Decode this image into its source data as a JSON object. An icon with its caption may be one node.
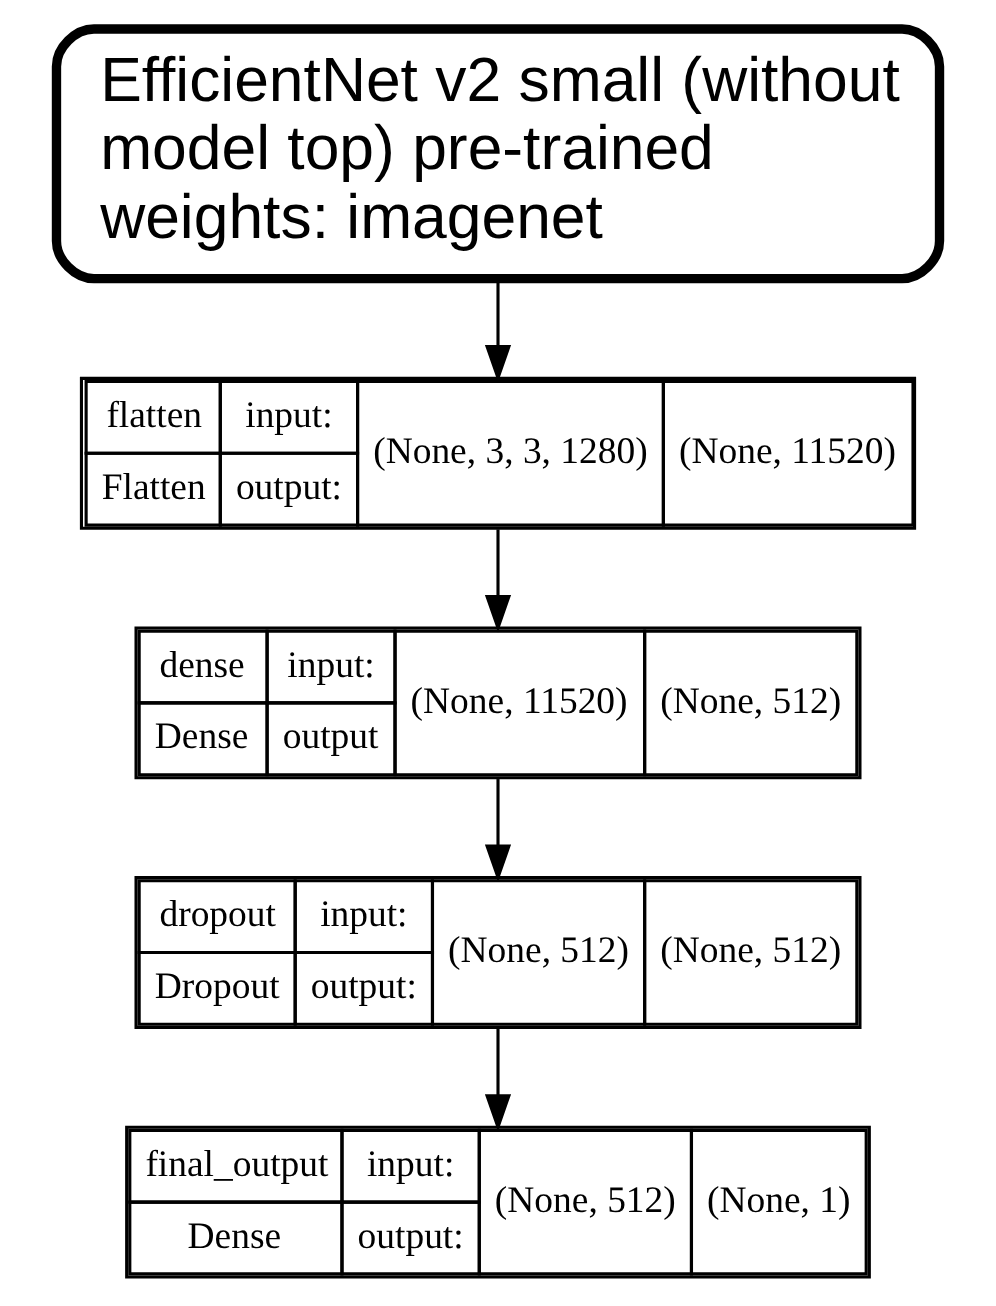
{
  "diagram": {
    "nodes": [
      {
        "text": [
          "EfficientNet v2 small (without model top) pre-trained weights: imagenet"
        ]
      },
      {
        "text": [
          "flatten",
          "input:",
          "(None, 3, 3, 1280)",
          "(None, 11520)",
          "Flatten",
          "output:"
        ]
      },
      {
        "text": [
          "dense",
          "input:",
          "(None, 11520)",
          "(None, 512)",
          "Dense",
          "output"
        ]
      },
      {
        "text": [
          "dropout",
          "input:",
          "(None, 512)",
          "(None, 512)",
          "Dropout",
          "output:"
        ]
      },
      {
        "text": [
          "final_output",
          "input:",
          "(None, 512)",
          "(None, 1)",
          "Dense",
          "output:"
        ]
      }
    ],
    "edges": [
      {
        "from": 0,
        "to": 1,
        "arrow": "to"
      },
      {
        "from": 1,
        "to": 2,
        "arrow": "to"
      },
      {
        "from": 2,
        "to": 3,
        "arrow": "to"
      },
      {
        "from": 3,
        "to": 4,
        "arrow": "to"
      }
    ]
  }
}
